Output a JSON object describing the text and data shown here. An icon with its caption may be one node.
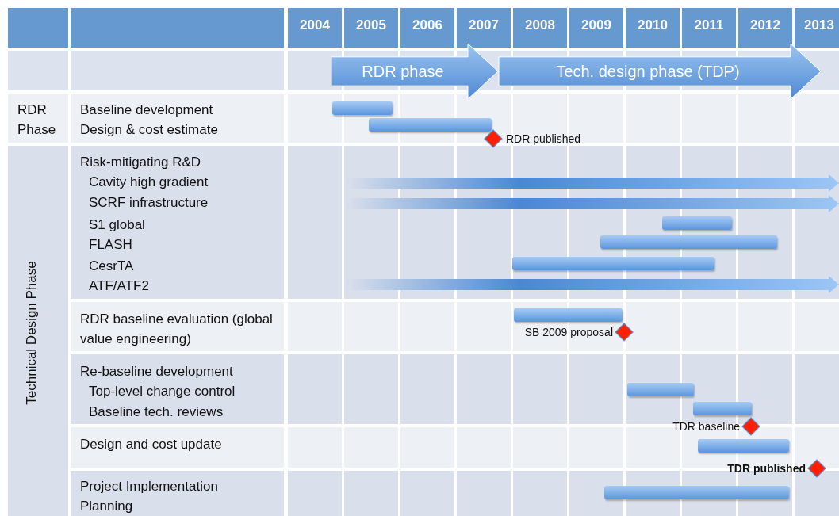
{
  "diagram": {
    "nodes": [
      {
        "text": [
          "RDR phase"
        ]
      },
      {
        "text": [
          "Tech. design phase (TDP)"
        ]
      },
      {
        "text": [],
        "shape": "bar"
      },
      {
        "text": [],
        "shape": "bar"
      },
      {
        "text": [],
        "shape": "diamond",
        "beside": [
          "RDR published"
        ]
      },
      {
        "text": [],
        "shape": "arrow"
      },
      {
        "text": [],
        "shape": "arrow"
      },
      {
        "text": [],
        "shape": "bar"
      },
      {
        "text": [],
        "shape": "bar"
      },
      {
        "text": [],
        "shape": "bar"
      },
      {
        "text": [],
        "shape": "arrow"
      },
      {
        "text": [],
        "shape": "bar"
      },
      {
        "text": [],
        "shape": "diamond",
        "beside": [
          "SB 2009 proposal"
        ]
      },
      {
        "text": [],
        "shape": "bar"
      },
      {
        "text": [],
        "shape": "bar"
      },
      {
        "text": [],
        "shape": "diamond",
        "beside": [
          "TDR baseline"
        ]
      },
      {
        "text": [],
        "shape": "bar"
      },
      {
        "text": [],
        "shape": "diamond",
        "beside": [
          "TDR published"
        ]
      },
      {
        "text": [],
        "shape": "bar"
      }
    ],
    "labels": [
      "2004",
      "2005",
      "2006",
      "2007",
      "2008",
      "2009",
      "2010",
      "2011",
      "2012",
      "2013",
      "RDR Phase",
      "Baseline development",
      "Design & cost estimate",
      "Technical Design Phase",
      "Risk-mitigating R&D",
      "Cavity high gradient",
      "SCRF infrastructure",
      "S1 global",
      "FLASH",
      "CesrTA",
      "ATF/ATF2",
      "RDR baseline evaluation (global value engineering)",
      "Re-baseline development",
      "Top-level change control",
      "Baseline tech. reviews",
      "Design and cost update",
      "Project Implementation Planning"
    ]
  }
}
